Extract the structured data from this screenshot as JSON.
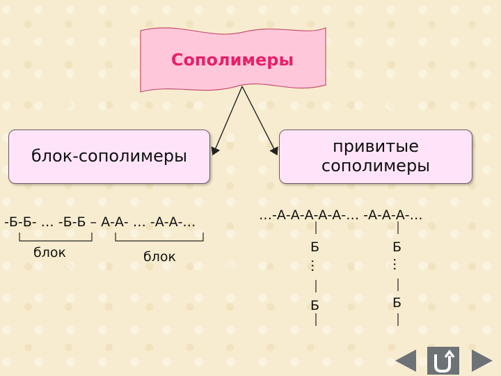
{
  "title": "Сополимеры",
  "left_box": "блок-сополимеры",
  "right_box": "привитые сополимеры",
  "block_chain": "-Б-Б- … -Б-Б – А-А- … -А-А-…",
  "block_label_1": "блок",
  "block_label_2": "блок",
  "graft_chain": "…-А-А-А-А-А-… -А-А-А-…",
  "graft_branch": {
    "top_1": "Б",
    "dots_1": "…",
    "bottom_1": "Б",
    "top_2": "Б",
    "dots_2": "…",
    "bottom_2": "Б"
  },
  "colors": {
    "title": "#e8206a",
    "box_fill": "#ffe4f9",
    "background": "#f7eccf",
    "nav": "#6d7277"
  },
  "nav_icons": [
    "left-arrow-icon",
    "return-icon",
    "right-arrow-icon"
  ]
}
